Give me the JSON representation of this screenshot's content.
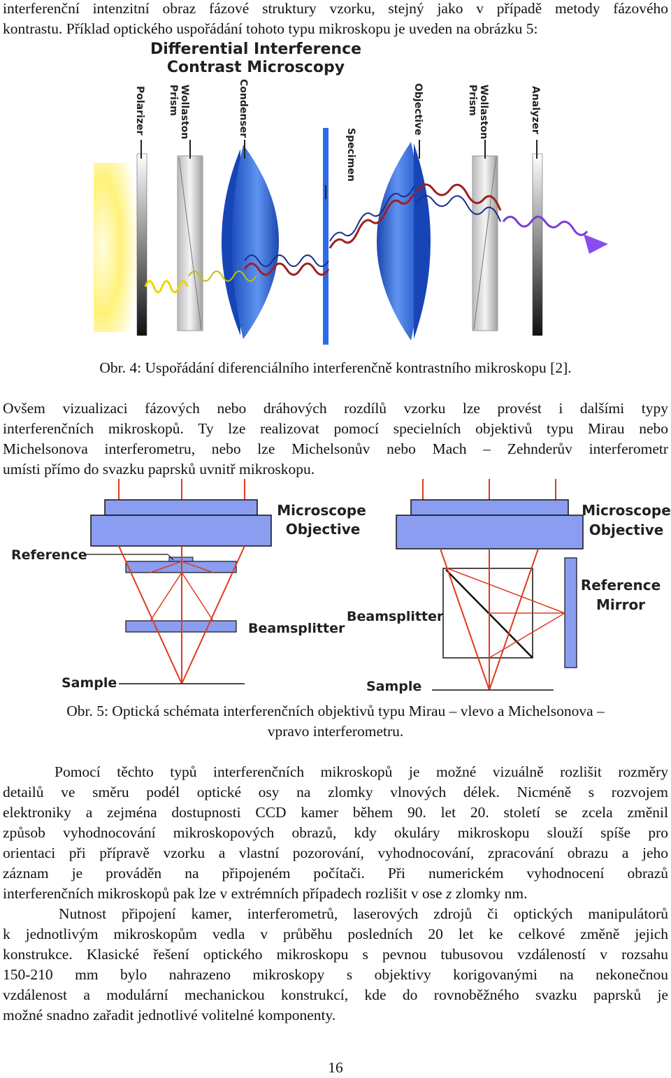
{
  "top_paragraph": [
    "interferenční intenzitní obraz fázové struktury vzorku, stejný jako v případě metody fázového",
    "kontrastu. Příklad optického uspořádání tohoto typu mikroskopu je uveden na obrázku 5:"
  ],
  "figure4": {
    "title_line1": "Differential Interference",
    "title_line2": "Contrast Microscopy",
    "labels": {
      "polarizer": "Polarizer",
      "wollaston1_a": "Wollaston",
      "wollaston1_b": "Prism",
      "condenser": "Condenser",
      "specimen": "Specimen",
      "objective": "Objective",
      "wollaston2_a": "Wollaston",
      "wollaston2_b": "Prism",
      "analyzer": "Analyzer"
    },
    "caption": "Obr. 4: Uspořádání diferenciálního interferenčně kontrastního mikroskopu [2]."
  },
  "middle_paragraph": [
    "Ovšem vizualizaci fázových nebo dráhových rozdílů vzorku lze provést i dalšími typy",
    "interferenčních mikroskopů. Ty lze realizovat pomocí specielních objektivů typu Mirau nebo",
    "Michelsonova interferometru, nebo lze Michelsonův nebo Mach – Zehnderův interferometr",
    "umísti přímo do svazku paprsků uvnitř mikroskopu."
  ],
  "figure5": {
    "left": {
      "objective_a": "Microscope",
      "objective_b": "Objective",
      "reference": "Reference",
      "beamsplitter": "Beamsplitter",
      "sample": "Sample"
    },
    "right": {
      "objective_a": "Microscope",
      "objective_b": "Objective",
      "mirror_a": "Reference",
      "mirror_b": "Mirror",
      "beamsplitter": "Beamsplitter",
      "sample": "Sample"
    },
    "caption_line1": "Obr. 5: Optická schémata interferenčních objektivů typu Mirau – vlevo a Michelsonova –",
    "caption_line2": "vpravo interferometru."
  },
  "bottom_paragraph1": {
    "lines": [
      "Pomocí těchto typů interferenčních mikroskopů je možné vizuálně rozlišit rozměry",
      "detailů ve směru podél optické osy na zlomky vlnových délek. Nicméně s rozvojem",
      "elektroniky a zejména dostupnosti CCD kamer během 90. let 20. století se zcela změnil",
      "způsob vyhodnocování mikroskopových obrazů, kdy okuláry mikroskopu slouží spíše pro",
      "orientaci při přípravě vzorku a vlastní pozorování, vyhodnocování, zpracování obrazu a jeho",
      "záznam je prováděn na připojeném počítači. Při numerickém vyhodnocení obrazů"
    ],
    "last_line_before": "interferenčních mikroskopů pak lze v extrémních případech rozlišit v ose ",
    "last_line_italic": "z",
    "last_line_after": " zlomky nm."
  },
  "bottom_paragraph2": [
    "Nutnost připojení kamer, interferometrů, laserových zdrojů či optických manipulátorů",
    "k jednotlivým mikroskopům vedla v průběhu posledních 20 let ke celkové změně jejich",
    "konstrukce. Klasické řešení optického mikroskopu s pevnou tubusovou vzdáleností v rozsahu",
    "150-210 mm bylo nahrazeno mikroskopy s objektivy korigovanými na nekonečnou",
    "vzdálenost a modulární mechanickou konstrukcí, kde do rovnoběžného svazku paprsků je",
    "možné snadno zařadit jednotlivé volitelné komponenty."
  ],
  "page_number": "16"
}
